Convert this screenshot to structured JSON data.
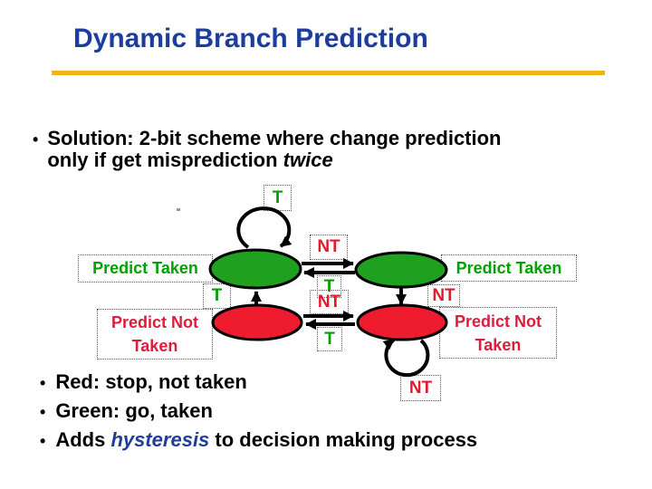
{
  "title": "Dynamic Branch Prediction",
  "intro_bullet": {
    "marker": "•",
    "line1": "Solution: 2-bit scheme where change prediction",
    "line2_prefix": "only if get misprediction ",
    "line2_emphasis": "twice"
  },
  "diagram": {
    "labels": {
      "predict_taken_left": "Predict Taken",
      "predict_taken_right": "Predict Taken",
      "predict_not_taken_left_line1": "Predict Not",
      "predict_not_taken_left_line2": "Taken",
      "predict_not_taken_right_line1": "Predict Not",
      "predict_not_taken_right_line2": "Taken"
    },
    "transitions": {
      "self_loop_top_taken": "T",
      "nt_between_greens": "NT",
      "t_back_between_greens": "T",
      "nt_between_reds": "NT",
      "t_back_between_reds": "T",
      "t_up_left": "T",
      "nt_down_right": "NT",
      "self_loop_bottom_not_taken": "NT"
    }
  },
  "legend_bullets": {
    "marker": "•",
    "red": "Red: stop, not taken",
    "green": "Green: go, taken",
    "adds_prefix": "Adds ",
    "adds_emphasis": "hysteresis",
    "adds_suffix": " to decision making process"
  },
  "colors": {
    "title_blue": "#1D3D9E",
    "accent_gold": "#EFB517",
    "state_green": "#1FA11F",
    "state_red": "#EE1C2E",
    "label_green": "#00A000",
    "label_red": "#DB1C3C",
    "arrow_black": "#000000"
  }
}
